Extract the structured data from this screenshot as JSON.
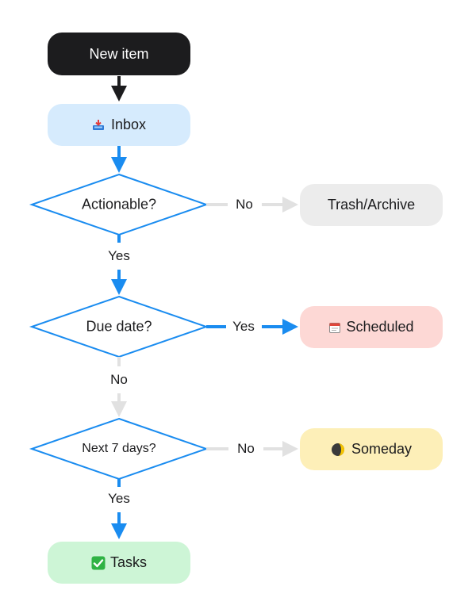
{
  "nodes": {
    "new_item": "New item",
    "inbox": "Inbox",
    "actionable": "Actionable?",
    "trash": "Trash/Archive",
    "due_date": "Due date?",
    "scheduled": "Scheduled",
    "next7": "Next 7 days?",
    "someday": "Someday",
    "tasks": "Tasks"
  },
  "edges": {
    "actionable_no": "No",
    "actionable_yes": "Yes",
    "due_yes": "Yes",
    "due_no": "No",
    "next7_no": "No",
    "next7_yes": "Yes"
  },
  "icons": {
    "inbox": "inbox-tray-icon",
    "scheduled": "calendar-icon",
    "someday": "moon-icon",
    "tasks": "check-mark-icon"
  },
  "colors": {
    "new_item_bg": "#1c1c1e",
    "inbox_bg": "#d6ebfd",
    "trash_bg": "#ececec",
    "scheduled_bg": "#fdd8d5",
    "someday_bg": "#fdefb8",
    "tasks_bg": "#cdf5d6",
    "active_arrow": "#1a8cf0",
    "muted_arrow": "#e1e1e1"
  }
}
